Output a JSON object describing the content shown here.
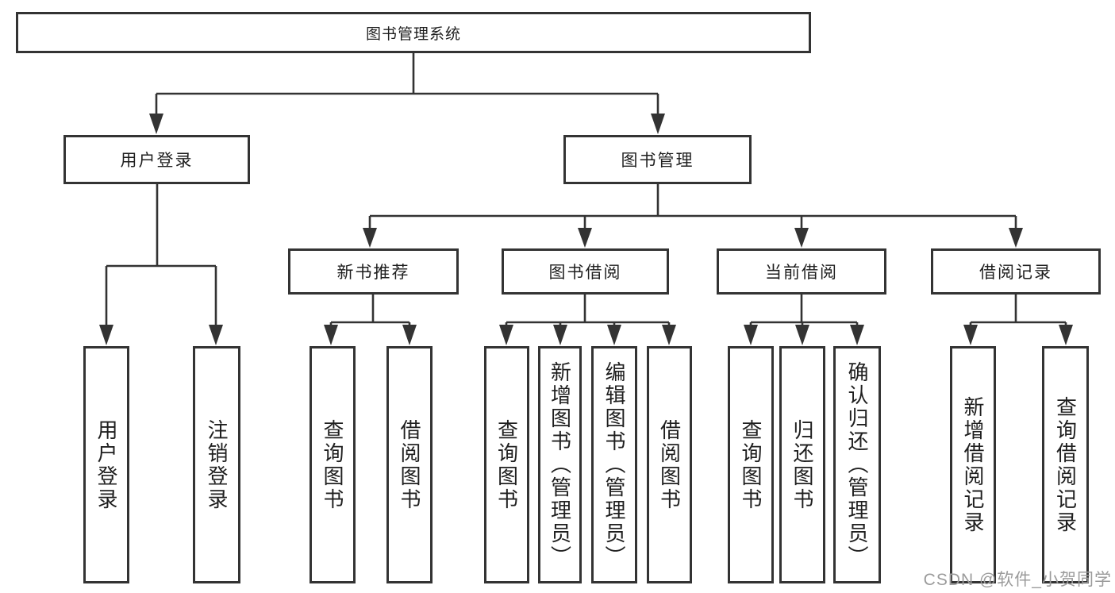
{
  "diagram": {
    "root": {
      "label": "图书管理系统"
    },
    "branches": [
      {
        "label": "用户登录",
        "children": [
          {
            "label": "用户登录"
          },
          {
            "label": "注销登录"
          }
        ]
      },
      {
        "label": "图书管理",
        "children": [
          {
            "label": "新书推荐",
            "children": [
              {
                "label": "查询图书"
              },
              {
                "label": "借阅图书"
              }
            ]
          },
          {
            "label": "图书借阅",
            "children": [
              {
                "label": "查询图书"
              },
              {
                "label": "新增图书（管理员）"
              },
              {
                "label": "编辑图书（管理员）"
              },
              {
                "label": "借阅图书"
              }
            ]
          },
          {
            "label": "当前借阅",
            "children": [
              {
                "label": "查询图书"
              },
              {
                "label": "归还图书"
              },
              {
                "label": "确认归还（管理员）"
              }
            ]
          },
          {
            "label": "借阅记录",
            "children": [
              {
                "label": "新增借阅记录"
              },
              {
                "label": "查询借阅记录"
              }
            ]
          }
        ]
      }
    ]
  },
  "watermark": {
    "text": "CSDN @软件_小贺同学",
    "color": "#9b9b9b"
  },
  "colors": {
    "line": "#333333",
    "box_border": "#333333",
    "text": "#1f1f1f",
    "background": "#ffffff"
  }
}
